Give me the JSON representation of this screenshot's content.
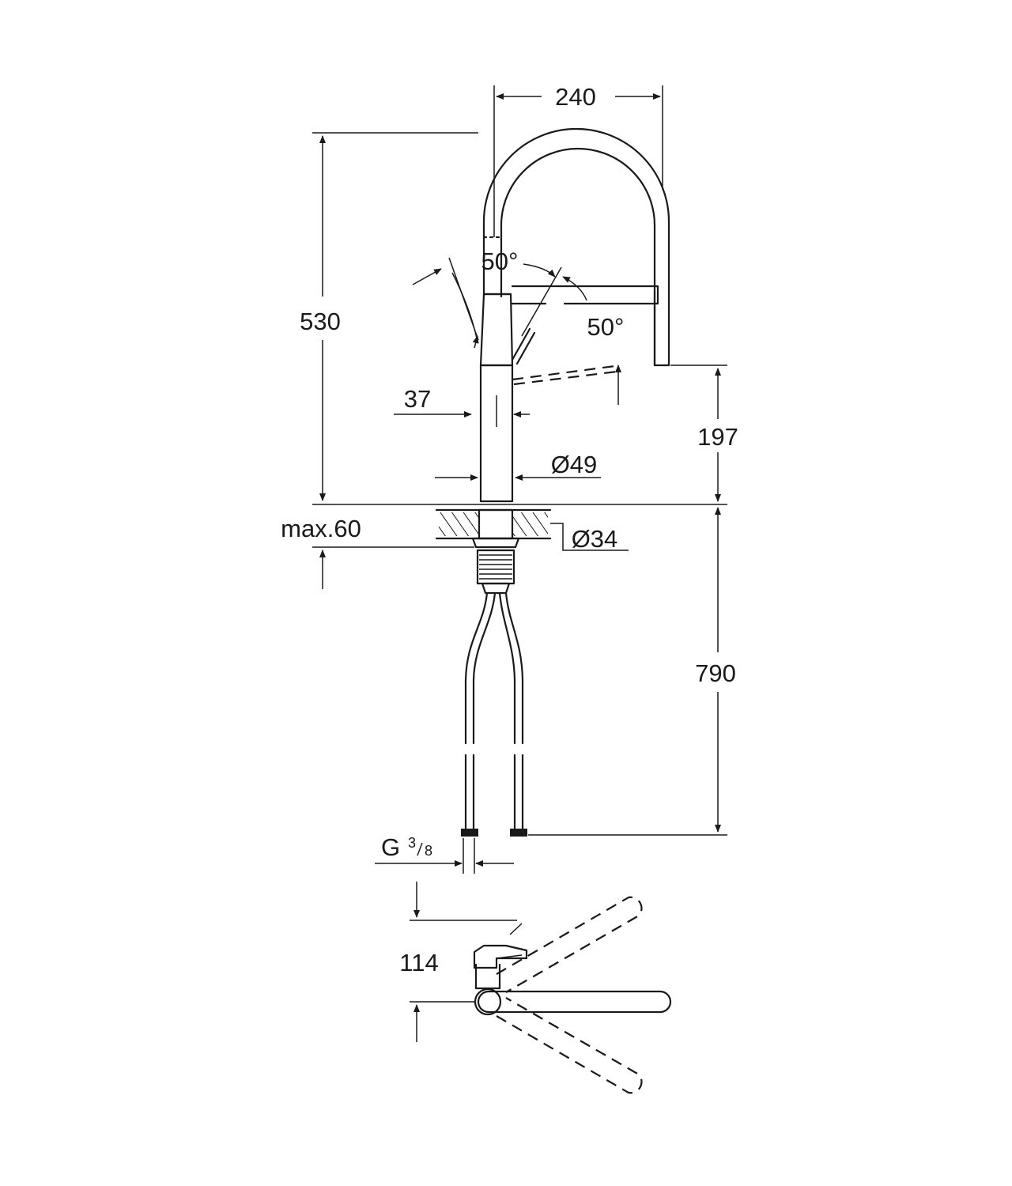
{
  "dimensions": {
    "width_top": "240",
    "total_height": "530",
    "angle_left": "50°",
    "angle_right": "50°",
    "handle_offset": "37",
    "spout_clearance": "197",
    "body_diameter": "Ø49",
    "max_deck_thickness": "max.60",
    "hole_diameter": "Ø34",
    "hose_length": "790",
    "connection_thread_prefix": "G",
    "connection_thread_num": "3",
    "connection_thread_den": "8",
    "top_view_height": "114"
  },
  "colors": {
    "line": "#1a1a1a",
    "background": "#ffffff"
  }
}
